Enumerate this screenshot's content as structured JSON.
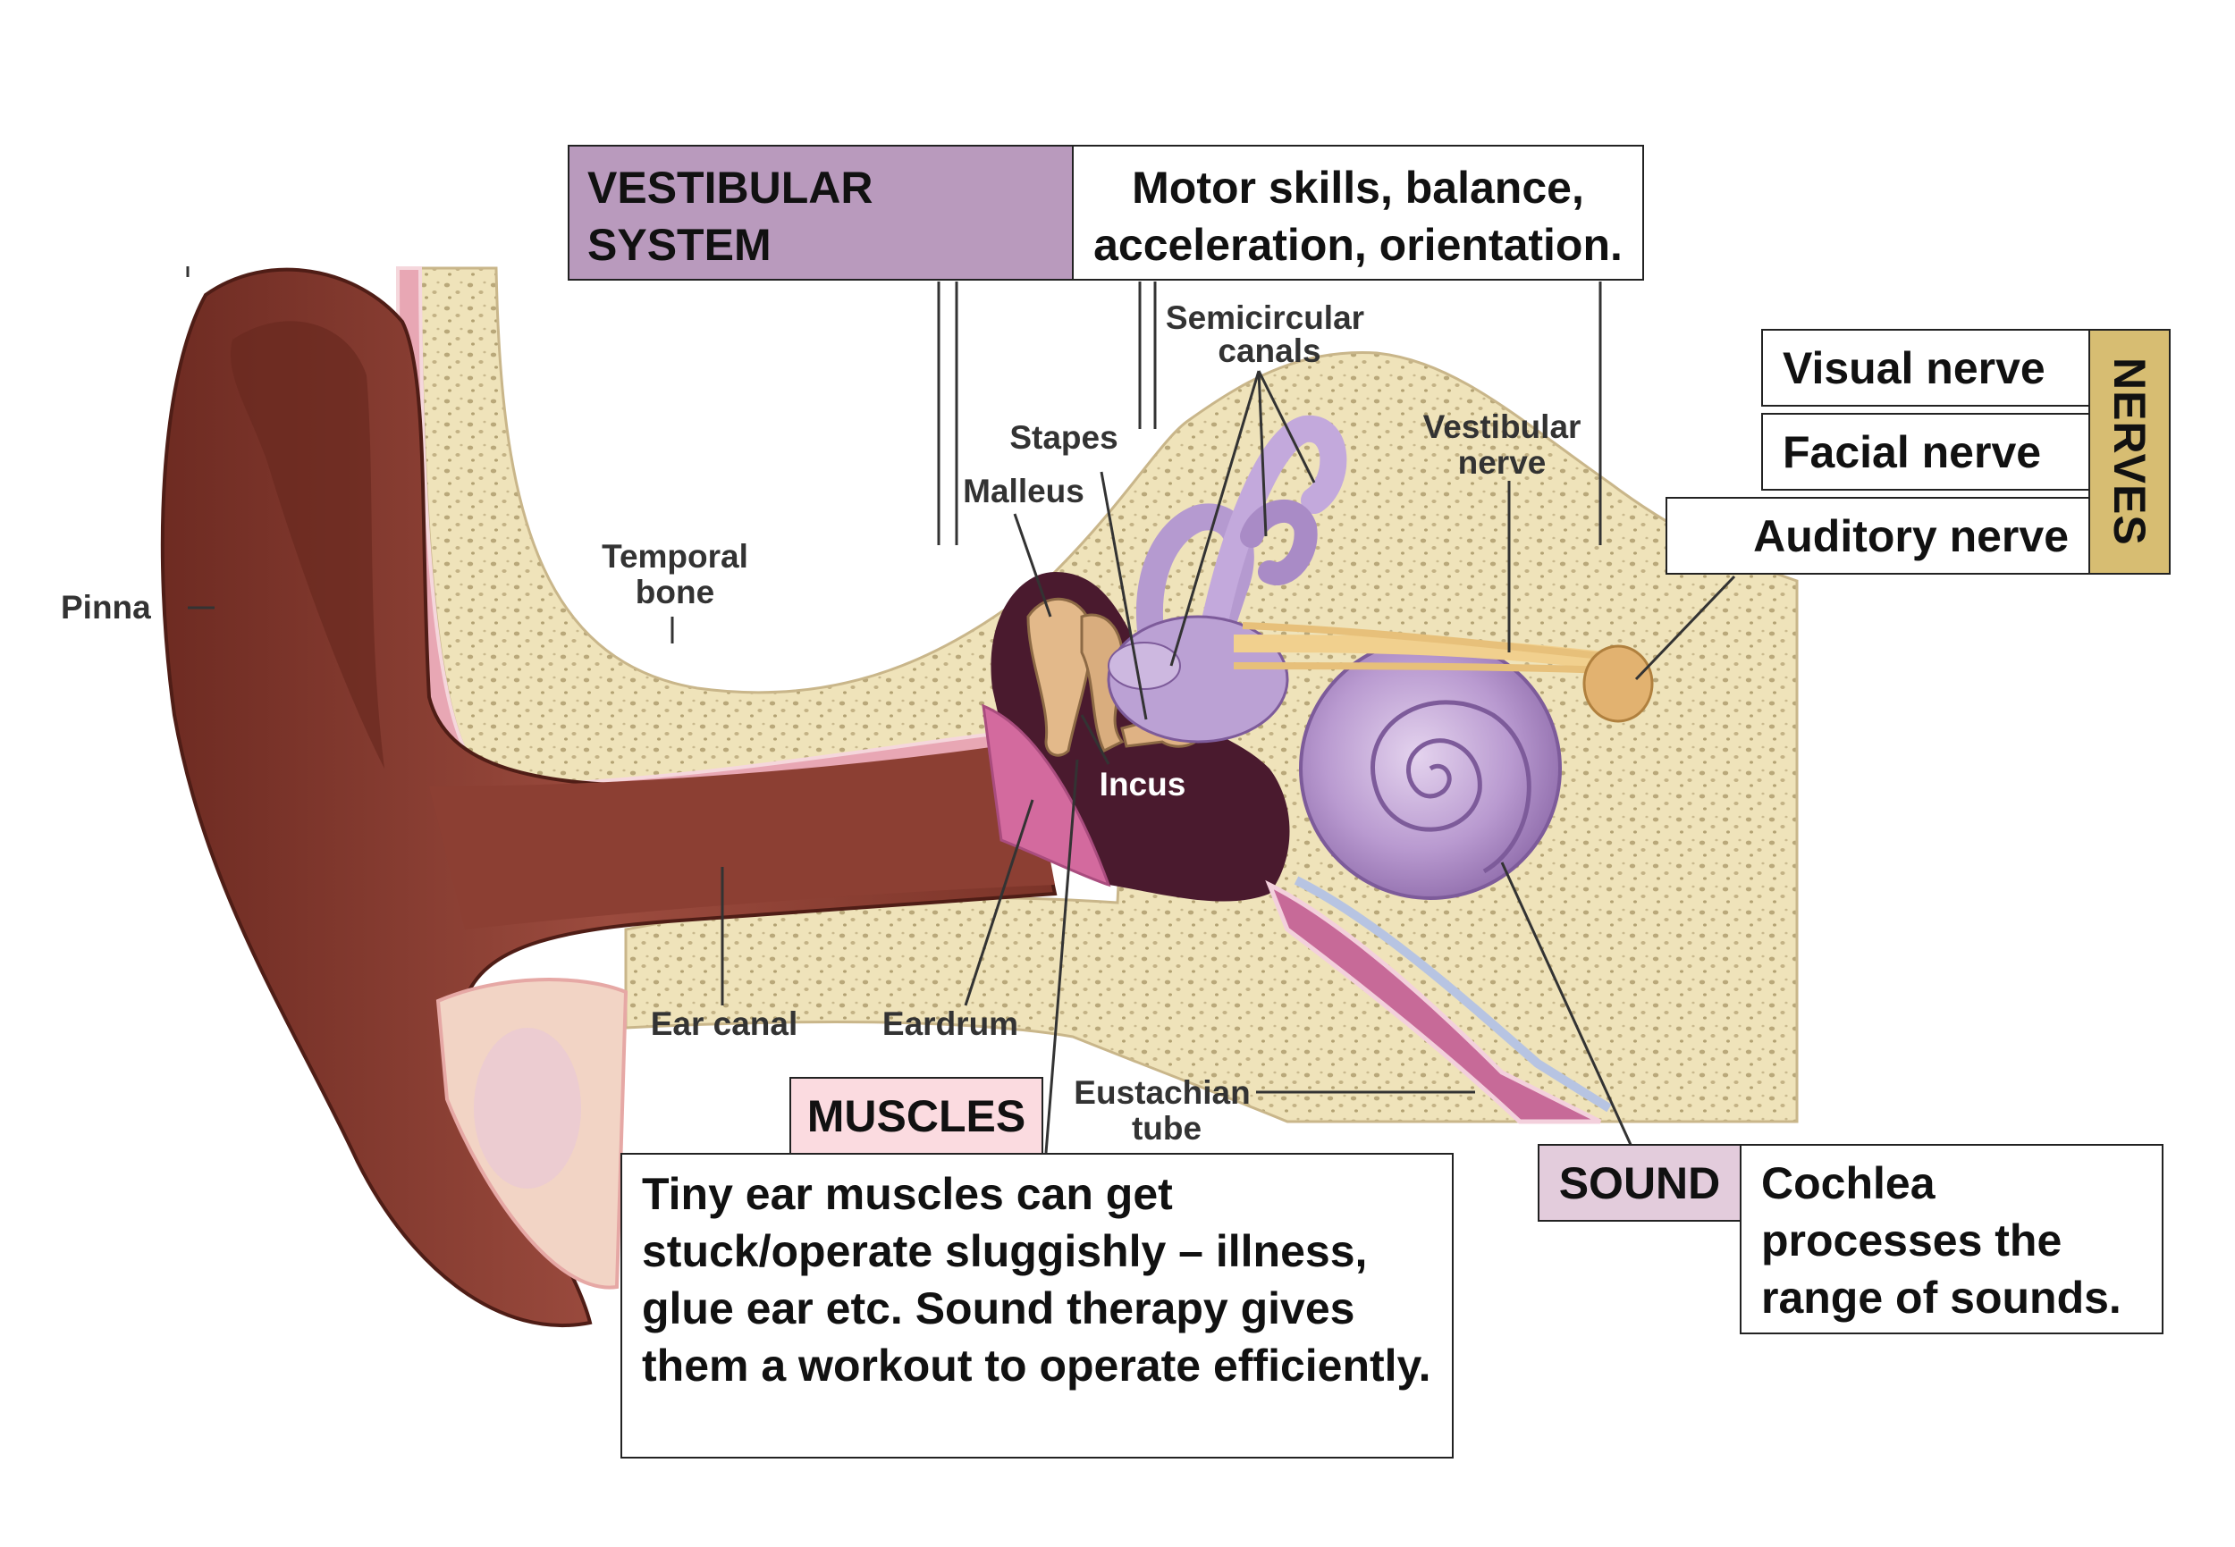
{
  "colors": {
    "vestibular": "#b99abd",
    "nerves": "#d7bd72",
    "muscles": "#fbdbe0",
    "sound": "#e3ccdc",
    "bone": "#efe3ba",
    "skin": "#8a3e33",
    "cochlea": "#b493c9"
  },
  "labels": {
    "pinna": "Pinna",
    "temporal_bone_1": "Temporal",
    "temporal_bone_2": "bone",
    "malleus": "Malleus",
    "stapes": "Stapes",
    "incus": "Incus",
    "semicircular_1": "Semicircular",
    "semicircular_2": "canals",
    "vestibular_nerve_1": "Vestibular",
    "vestibular_nerve_2": "nerve",
    "ear_canal": "Ear canal",
    "eardrum": "Eardrum",
    "eustachian_1": "Eustachian",
    "eustachian_2": "tube"
  },
  "callouts": {
    "vestibular_title": "VESTIBULAR SYSTEM",
    "vestibular_desc": "Motor skills, balance, acceleration, orientation.",
    "nerves_title": "NERVES",
    "nerve_visual": "Visual nerve",
    "nerve_facial": "Facial nerve",
    "nerve_auditory": "Auditory nerve",
    "muscles_title": "MUSCLES",
    "muscles_desc": "Tiny ear muscles can get stuck/operate sluggishly – illness, glue ear etc. Sound therapy gives them a workout to operate efficiently.",
    "sound_title": "SOUND",
    "sound_desc": "Cochlea processes the range of sounds."
  }
}
